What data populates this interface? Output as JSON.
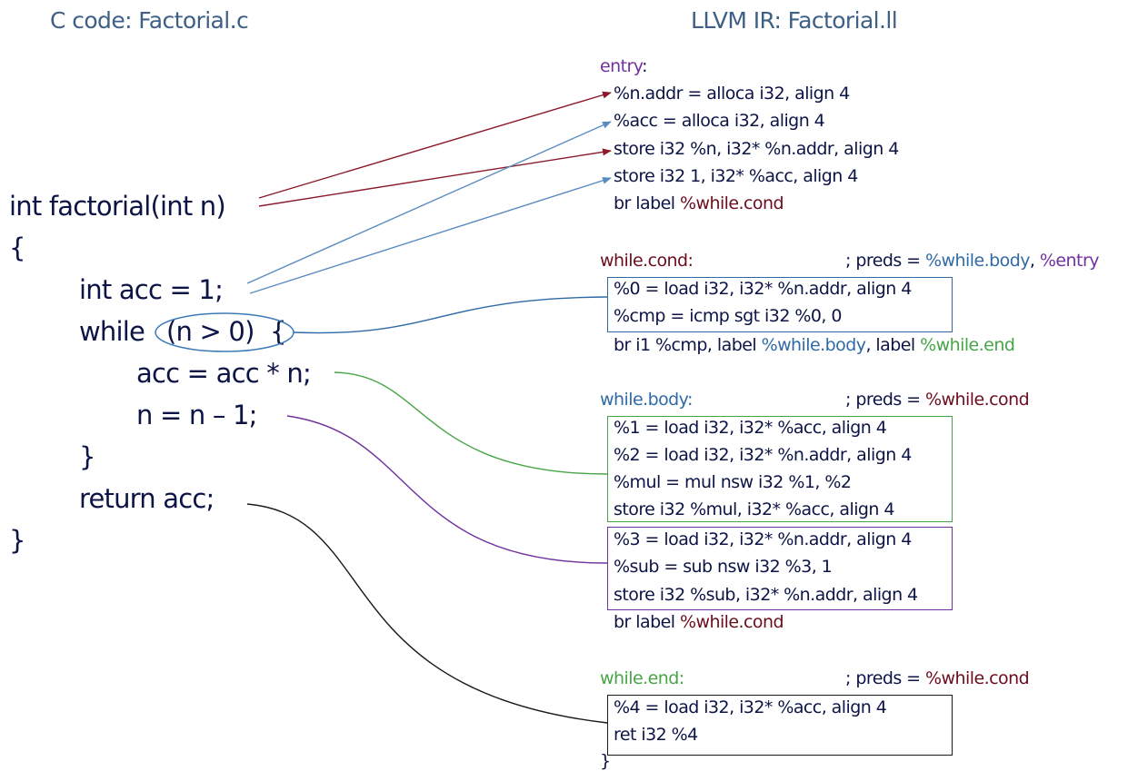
{
  "headings": {
    "c": "C code: Factorial.c",
    "ir": "LLVM IR: Factorial.ll"
  },
  "c_code": [
    "int factorial(int n)",
    "{",
    "int acc = 1;",
    "while",
    "(n > 0)",
    "{",
    "acc = acc * n;",
    "n = n – 1;",
    "}",
    "return acc;",
    "}"
  ],
  "ir": {
    "entry_label": "entry",
    "entry_colon": ":",
    "entry": [
      "%n.addr = alloca i32, align 4",
      "%acc = alloca i32, align 4",
      "store i32 %n, i32* %n.addr, align 4",
      "store i32 1, i32* %acc, align 4"
    ],
    "entry_br_prefix": "br label ",
    "entry_br_target": "%while.cond",
    "cond_label": "while.cond:",
    "cond_preds_prefix": "; preds = ",
    "cond_pred1": "%while.body",
    "cond_pred_sep": ", ",
    "cond_pred2": "%entry",
    "cond": [
      "%0 = load i32, i32* %n.addr, align 4",
      "%cmp = icmp sgt i32 %0, 0"
    ],
    "cond_br_prefix": "br i1 %cmp, label ",
    "cond_br_t1": "%while.body",
    "cond_br_mid": ", label ",
    "cond_br_t2": "%while.end",
    "body_label": "while.body:",
    "body_preds_prefix": "; preds = ",
    "body_pred": "%while.cond",
    "body_a": [
      "%1 = load i32, i32* %acc, align 4",
      "%2 = load i32, i32* %n.addr, align 4",
      "%mul = mul nsw i32 %1, %2",
      "store i32 %mul, i32* %acc, align 4"
    ],
    "body_b": [
      "%3 = load i32, i32* %n.addr, align 4",
      "%sub = sub nsw i32 %3, 1",
      "store i32 %sub, i32* %n.addr, align 4"
    ],
    "body_br_prefix": "br label ",
    "body_br_target": "%while.cond",
    "end_label": "while.end:",
    "end_preds_prefix": "; preds = ",
    "end_pred": "%while.cond",
    "end": [
      "%4 = load i32, i32* %acc, align 4",
      "ret i32 %4"
    ],
    "close": "}"
  },
  "colors": {
    "text": "#0c1446",
    "heading": "#3e5f86",
    "maroon": "#6b0d1c",
    "purple": "#7030a0",
    "blue": "#2f6aa6",
    "green": "#47a447",
    "black": "#1a1a1a"
  }
}
